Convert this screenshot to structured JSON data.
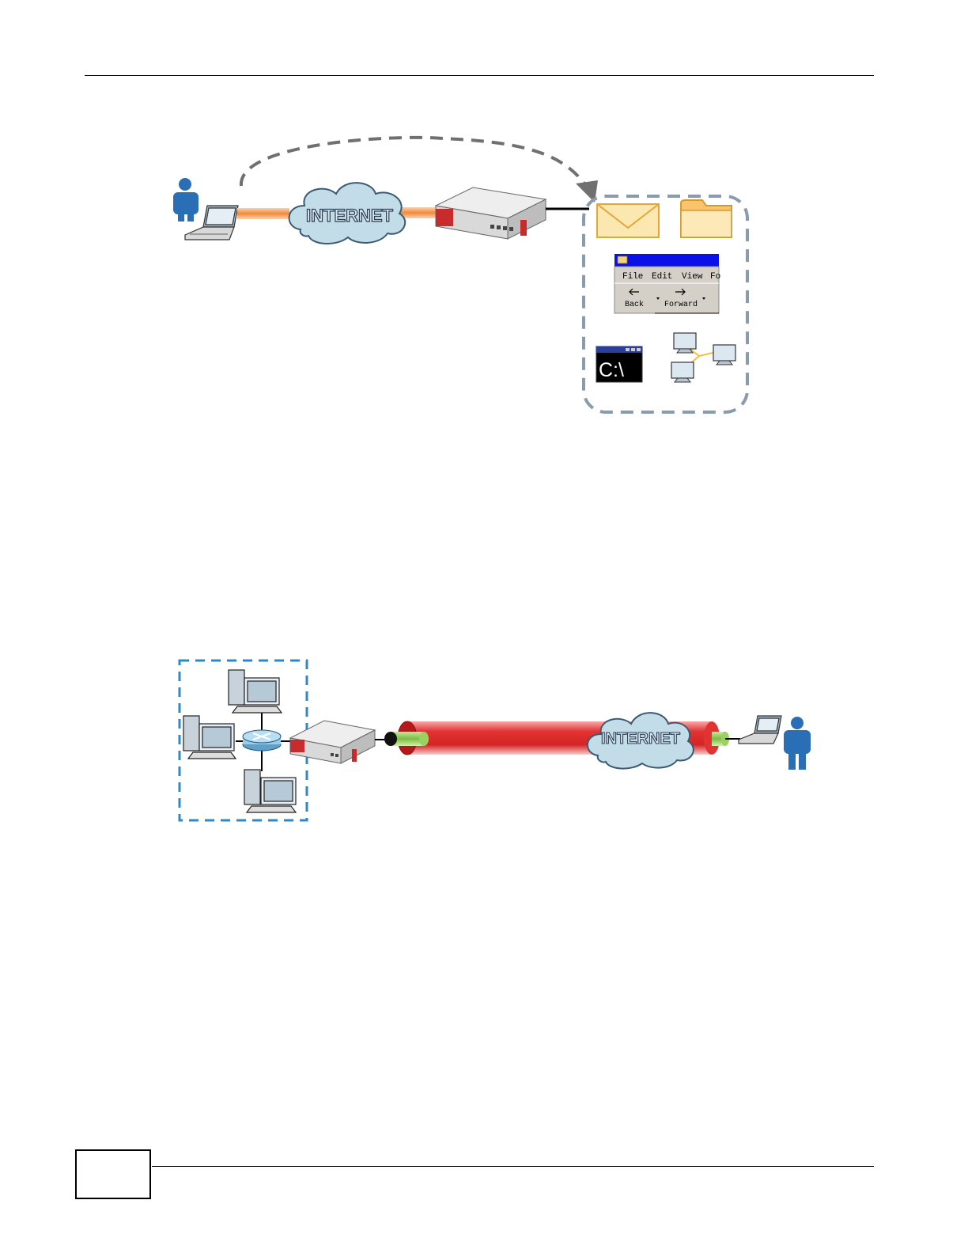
{
  "figure1": {
    "cloud_label": "INTERNET",
    "window": {
      "menu": [
        "File",
        "Edit",
        "View",
        "Fo"
      ],
      "back_label": "Back",
      "forward_label": "Forward"
    },
    "console_prompt": "C:\\",
    "colors": {
      "link_orange": "#f59a55",
      "cloud_fill": "#c3dde8",
      "dashed_arrow": "#707070",
      "resource_box": "#8a9bb0",
      "titlebar_blue": "#0a10e8"
    }
  },
  "figure2": {
    "cloud_label": "INTERNET",
    "colors": {
      "tunnel_red": "#dd2222",
      "tunnel_end_green": "#8ccc55",
      "lan_box": "#2e8ac6"
    }
  },
  "footer": {
    "page_number": ""
  }
}
